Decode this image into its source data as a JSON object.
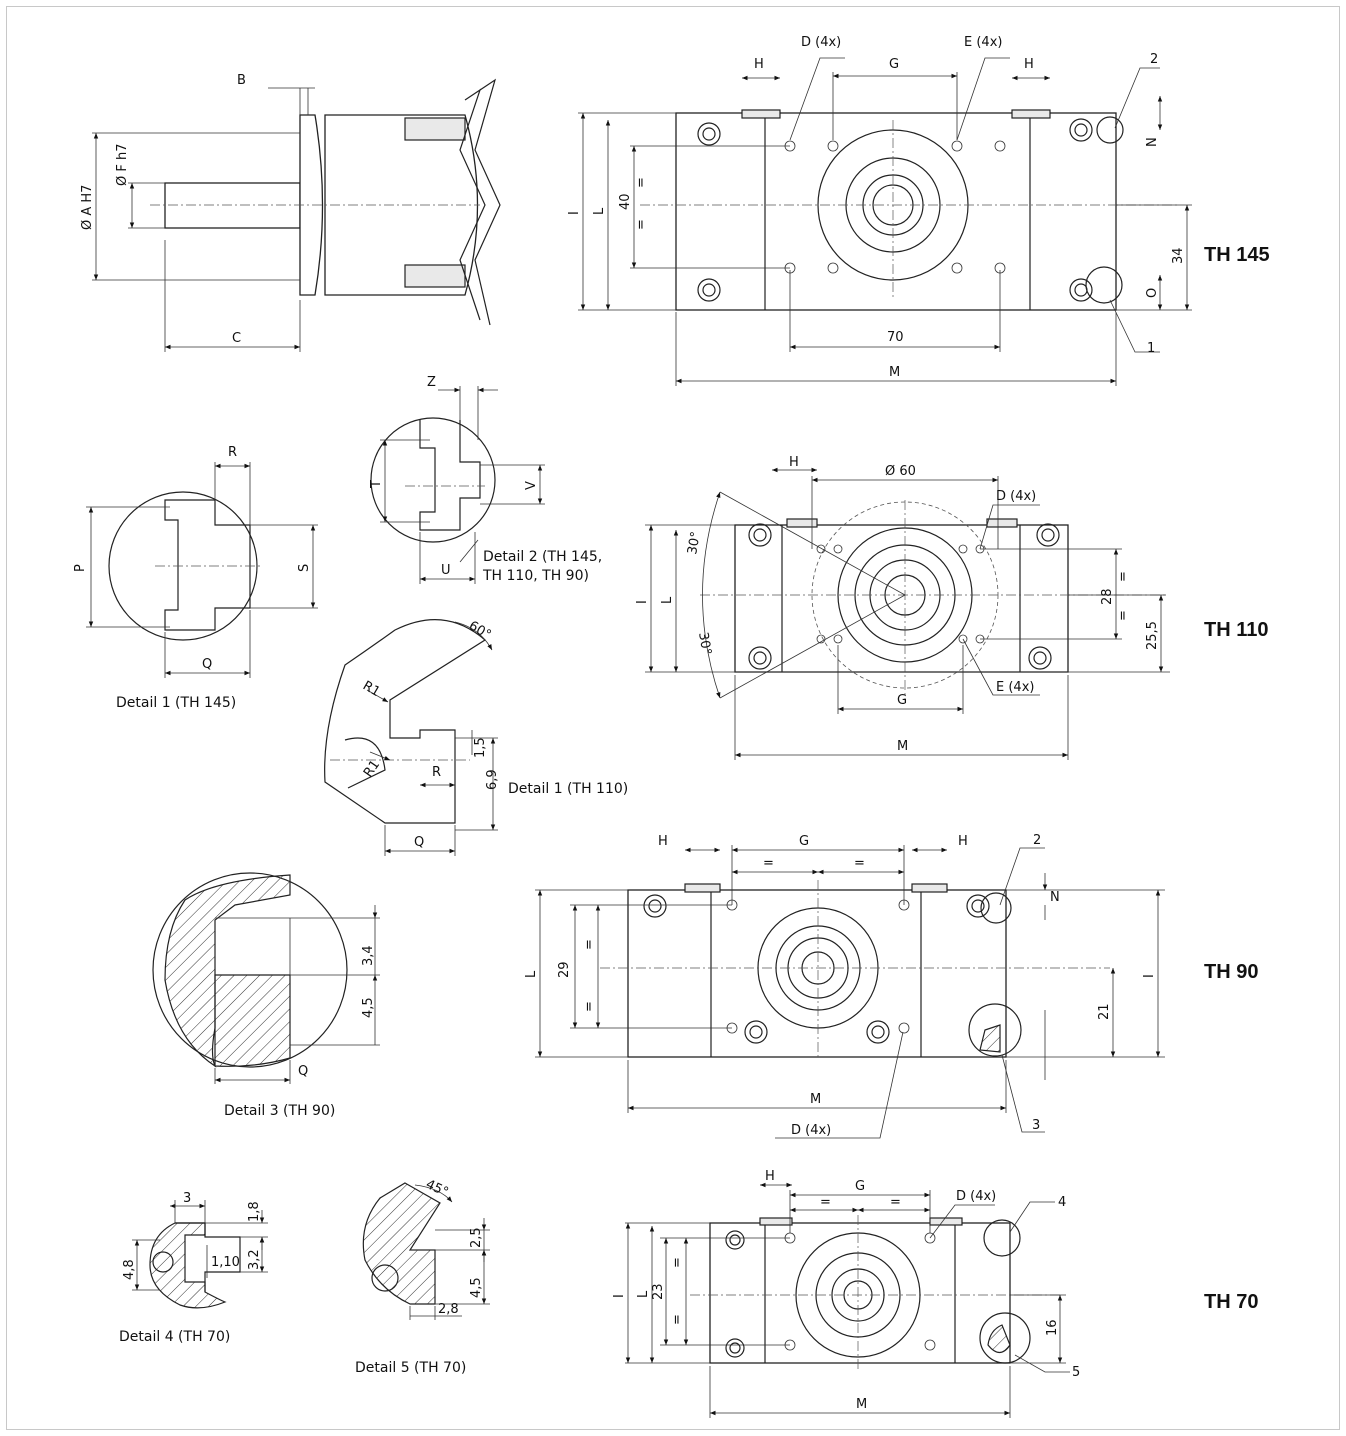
{
  "views": {
    "th145": {
      "title": "TH 145",
      "d": "D (4x)",
      "e": "E (4x)",
      "g": "G",
      "h": "H",
      "h2": "H",
      "i": "I",
      "l": "L",
      "m": "M",
      "n": "N",
      "o": "O",
      "v70": "70",
      "v34": "34",
      "v40": "40",
      "eq1": "=",
      "eq2": "=",
      "c1": "1",
      "c2": "2"
    },
    "th110": {
      "title": "TH 110",
      "h": "H",
      "dia": "Ø 60",
      "d": "D (4x)",
      "e": "E (4x)",
      "g": "G",
      "i": "I",
      "l": "L",
      "m": "M",
      "a30a": "30°",
      "a30b": "30°",
      "v28": "28",
      "v255": "25,5",
      "eq1": "=",
      "eq2": "="
    },
    "th90": {
      "title": "TH 90",
      "h": "H",
      "h2": "H",
      "g": "G",
      "eq1": "=",
      "eq2": "=",
      "eq3": "=",
      "eq4": "=",
      "n": "N",
      "l": "L",
      "i": "I",
      "v29": "29",
      "v21": "21",
      "m": "M",
      "d": "D (4x)",
      "c2": "2",
      "c3": "3"
    },
    "th70": {
      "title": "TH 70",
      "h": "H",
      "g": "G",
      "eq1": "=",
      "eq2": "=",
      "eq3": "=",
      "eq4": "=",
      "d": "D (4x)",
      "i": "I",
      "l": "L",
      "v23": "23",
      "v16": "16",
      "m": "M",
      "c4": "4",
      "c5": "5"
    },
    "side": {
      "b": "B",
      "a": "Ø A H7",
      "f": "Ø F h7",
      "c": "C"
    }
  },
  "details": {
    "d1_145": {
      "caption": "Detail 1 (TH 145)",
      "r": "R",
      "p": "P",
      "s": "S",
      "q": "Q"
    },
    "d2": {
      "caption_line1": "Detail 2 (TH 145,",
      "caption_line2": "TH 110, TH 90)",
      "z": "Z",
      "t": "T",
      "v": "V",
      "u": "U"
    },
    "d1_110": {
      "caption": "Detail 1 (TH 110)",
      "a60": "60°",
      "r1a": "R1",
      "r1b": "R1",
      "v15": "1,5",
      "v69": "6,9",
      "r": "R",
      "q": "Q"
    },
    "d3": {
      "caption": "Detail 3 (TH 90)",
      "v34": "3,4",
      "v45": "4,5",
      "q": "Q"
    },
    "d4": {
      "caption": "Detail 4 (TH 70)",
      "v3": "3",
      "v18": "1,8",
      "v110": "1,10",
      "v32": "3,2",
      "v48": "4,8"
    },
    "d5": {
      "caption": "Detail 5 (TH 70)",
      "a45": "45°",
      "v25": "2,5",
      "v45": "4,5",
      "v28": "2,8"
    }
  }
}
